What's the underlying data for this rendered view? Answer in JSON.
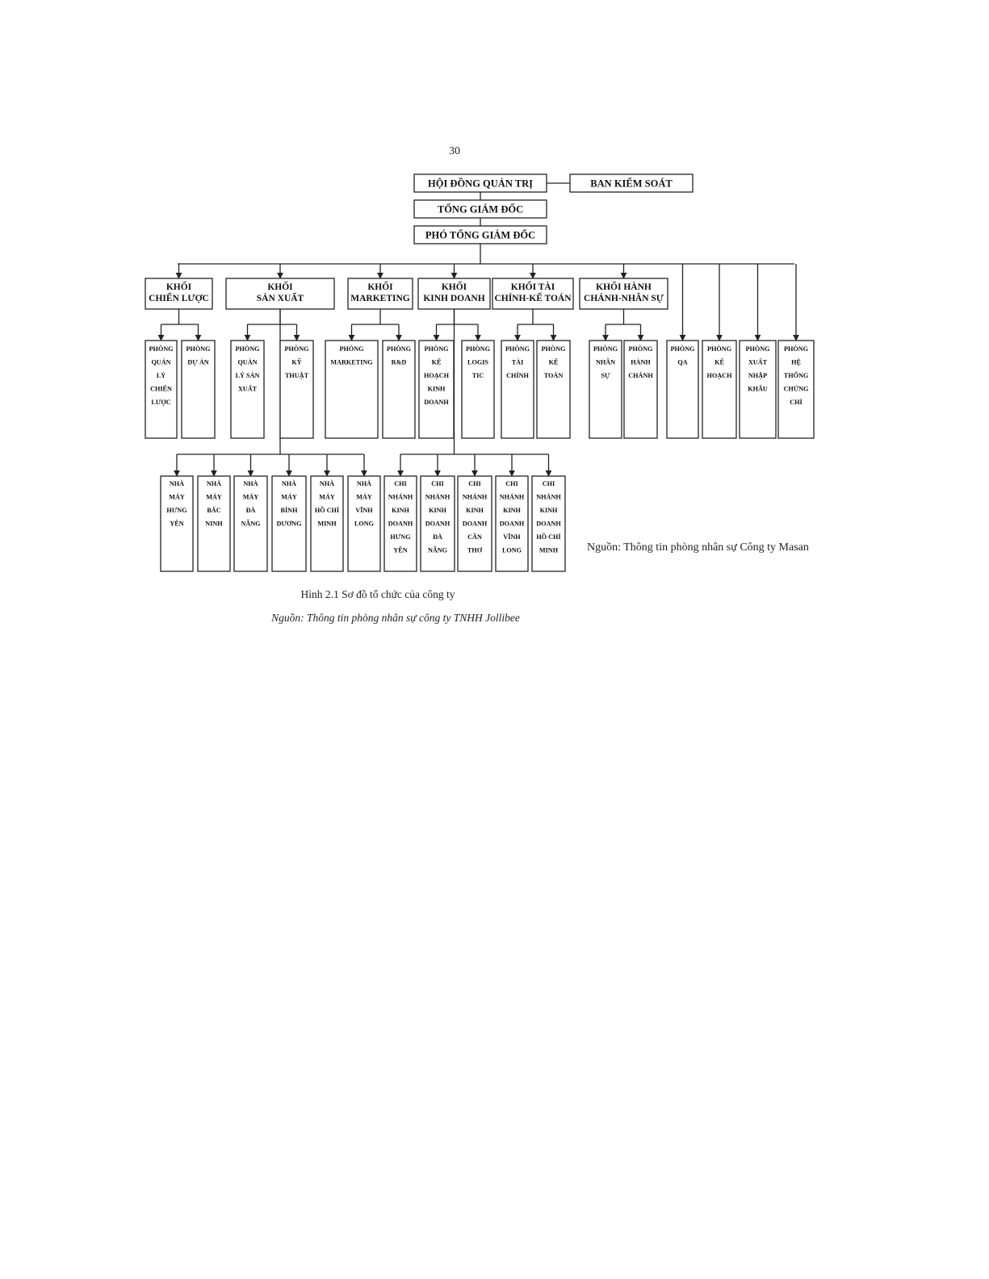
{
  "page_number": "30",
  "top": {
    "board": "HỘI ĐỒNG QUẢN TRỊ",
    "supervisory": "BAN KIỂM SOÁT",
    "ceo": "TỔNG GIÁM ĐỐC",
    "deputy_ceo": "PHÓ TỔNG GIÁM ĐỐC"
  },
  "divisions": [
    {
      "lines": [
        "KHỐI",
        "CHIẾN LƯỢC"
      ]
    },
    {
      "lines": [
        "KHỐI",
        "SẢN XUẤT"
      ]
    },
    {
      "lines": [
        "KHỐI",
        "MARKETING"
      ]
    },
    {
      "lines": [
        "KHỐI",
        "KINH DOANH"
      ]
    },
    {
      "lines": [
        "KHỐI TÀI",
        "CHÍNH-KẾ TOÁN"
      ]
    },
    {
      "lines": [
        "KHỐI HÀNH",
        "CHÁNH-NHÂN SỰ"
      ]
    }
  ],
  "departments": [
    {
      "lines": [
        "PHÒNG",
        "QUẢN",
        "LÝ",
        "CHIẾN",
        "LƯỢC"
      ]
    },
    {
      "lines": [
        "PHÒNG",
        "DỰ ÁN"
      ]
    },
    {
      "lines": [
        "PHÒNG",
        "QUẢN",
        "LÝ SẢN",
        "XUẤT"
      ]
    },
    {
      "lines": [
        "PHÒNG",
        "KỸ",
        "THUẬT"
      ]
    },
    {
      "lines": [
        "PHÒNG",
        "MARKETING"
      ]
    },
    {
      "lines": [
        "PHÒNG",
        "R&D"
      ]
    },
    {
      "lines": [
        "PHÒNG",
        "KẾ",
        "HOẠCH",
        "KINH",
        "DOANH"
      ]
    },
    {
      "lines": [
        "PHÒNG",
        "LOGIS",
        "TIC"
      ]
    },
    {
      "lines": [
        "PHÒNG",
        "TÀI",
        "CHÍNH"
      ]
    },
    {
      "lines": [
        "PHÒNG",
        "KẾ",
        "TOÁN"
      ]
    },
    {
      "lines": [
        "PHÒNG",
        "NHÂN",
        "SỰ"
      ]
    },
    {
      "lines": [
        "PHÒNG",
        "HÀNH",
        "CHÁNH"
      ]
    },
    {
      "lines": [
        "PHÒNG",
        "QA"
      ]
    },
    {
      "lines": [
        "PHÒNG",
        "KẾ",
        "HOẠCH"
      ]
    },
    {
      "lines": [
        "PHÒNG",
        "XUẤT",
        "NHẬP",
        "KHẨU"
      ]
    },
    {
      "lines": [
        "PHÒNG",
        "HỆ",
        "THỐNG",
        "CHỨNG",
        "CHỈ"
      ]
    }
  ],
  "factories": [
    {
      "lines": [
        "NHÀ",
        "MÁY",
        "HƯNG",
        "YÊN"
      ]
    },
    {
      "lines": [
        "NHÀ",
        "MÁY",
        "BẮC",
        "NINH"
      ]
    },
    {
      "lines": [
        "NHÀ",
        "MÁY",
        "ĐÀ",
        "NẴNG"
      ]
    },
    {
      "lines": [
        "NHÀ",
        "MÁY",
        "BÌNH",
        "DƯƠNG"
      ]
    },
    {
      "lines": [
        "NHÀ",
        "MÁY",
        "HỒ CHÍ",
        "MINH"
      ]
    },
    {
      "lines": [
        "NHÀ",
        "MÁY",
        "VĨNH",
        "LONG"
      ]
    }
  ],
  "branches": [
    {
      "lines": [
        "CHI",
        "NHÁNH",
        "KINH",
        "DOANH",
        "HƯNG",
        "YÊN"
      ]
    },
    {
      "lines": [
        "CHI",
        "NHÁNH",
        "KINH",
        "DOANH",
        "ĐÀ",
        "NẴNG"
      ]
    },
    {
      "lines": [
        "CHI",
        "NHÁNH",
        "KINH",
        "DOANH",
        "CẦN",
        "THƠ"
      ]
    },
    {
      "lines": [
        "CHI",
        "NHÁNH",
        "KINH",
        "DOANH",
        "VĨNH",
        "LONG"
      ]
    },
    {
      "lines": [
        "CHI",
        "NHÁNH",
        "KINH",
        "DOANH",
        "HỒ CHÍ",
        "MINH"
      ]
    }
  ],
  "source_right": "Nguồn: Thông tin phòng nhân sự Công ty Masan",
  "caption": "Hình 2.1 Sơ đồ tổ chức của công ty",
  "caption_source": "Nguồn: Thông tin phòng nhân sự công ty TNHH Jollibee"
}
